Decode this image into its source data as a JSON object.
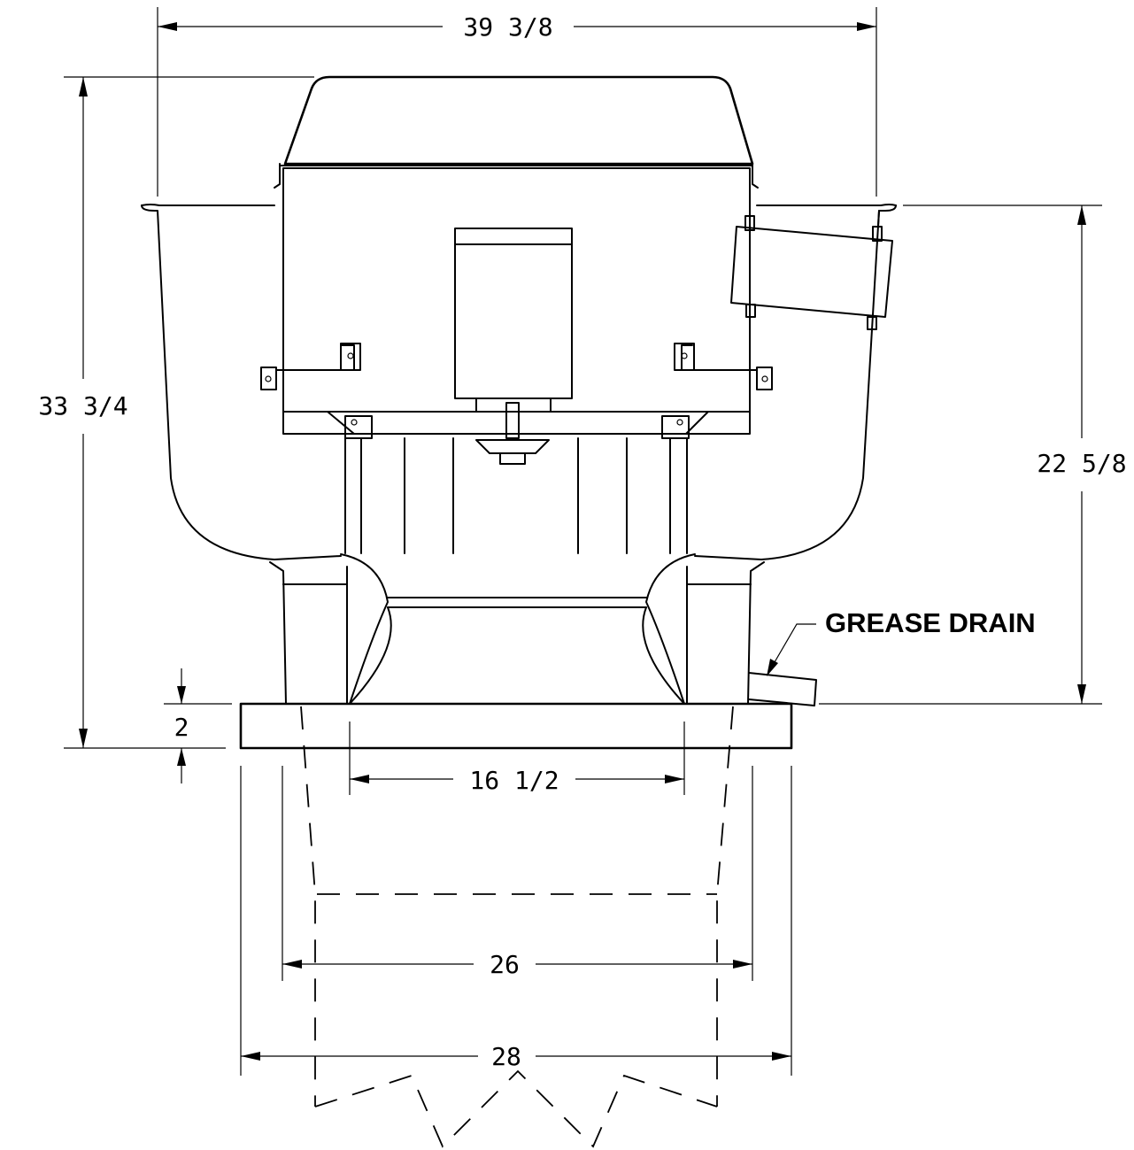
{
  "dimensions": {
    "overall_width": "39 3/8",
    "overall_height": "33 3/4",
    "height_to_base": "22 5/8",
    "base_thickness": "2",
    "throat_width": "16 1/2",
    "curb_inner": "26",
    "curb_outer": "28"
  },
  "callouts": {
    "grease_drain": "GREASE DRAIN"
  }
}
